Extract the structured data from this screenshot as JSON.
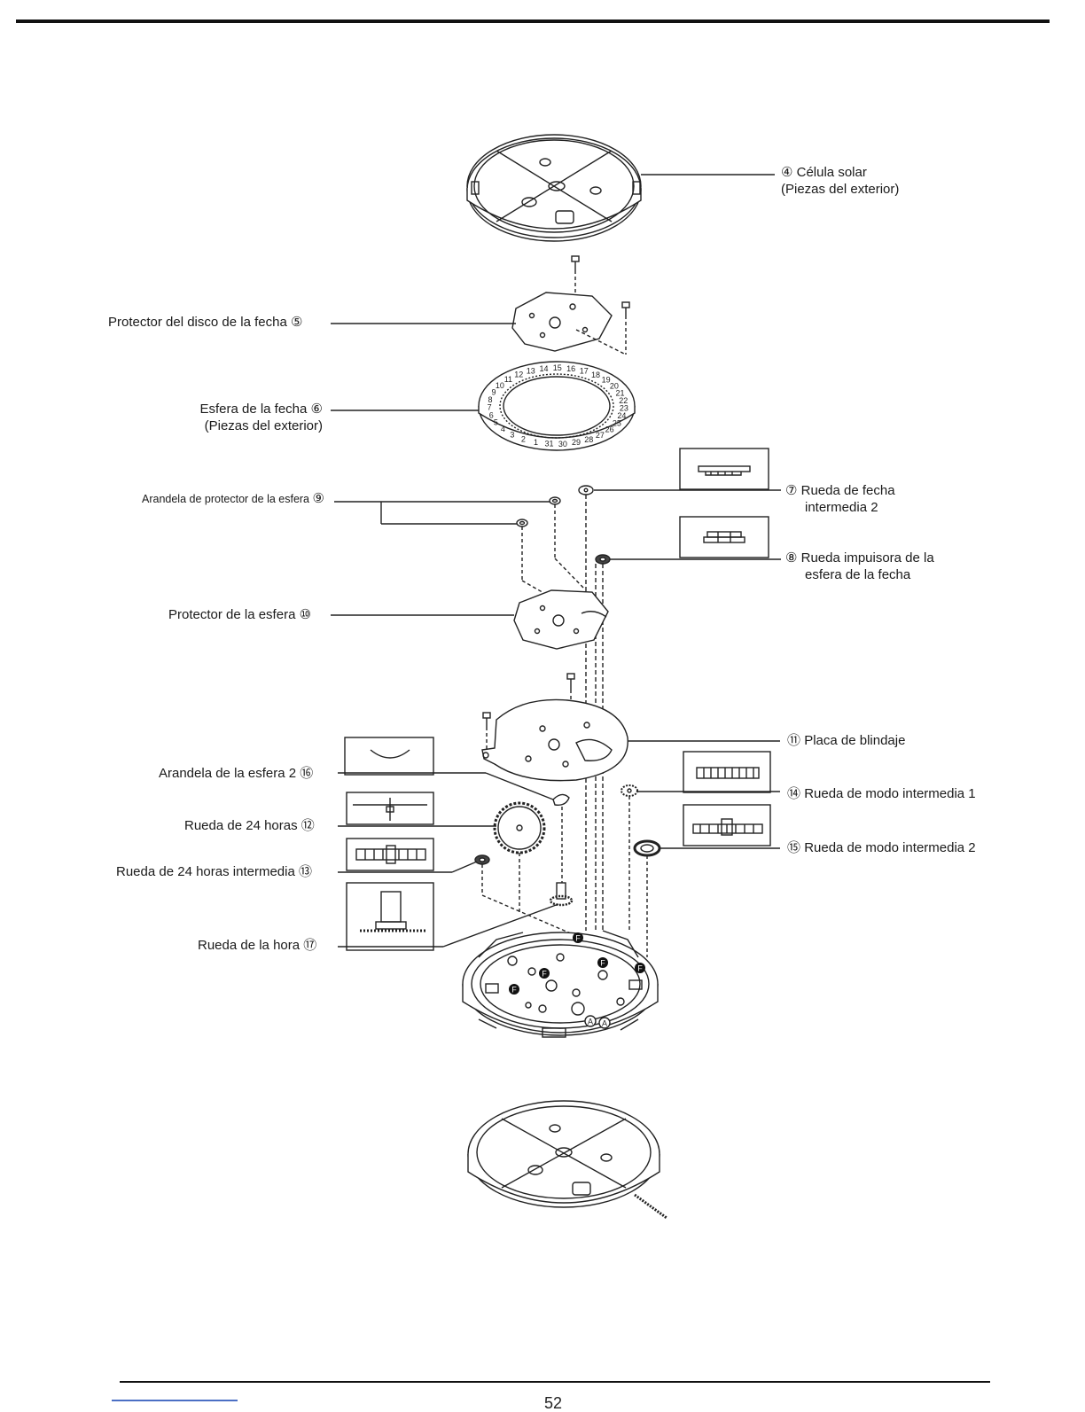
{
  "diagram": {
    "parts": [
      {
        "id": "p4",
        "number": "④",
        "lines": [
          "Célula solar",
          "(Piezas del exterior)"
        ]
      },
      {
        "id": "p5",
        "number": "⑤",
        "lines": [
          "Protector del disco de la fecha"
        ]
      },
      {
        "id": "p6",
        "number": "⑥",
        "lines": [
          "Esfera de la fecha",
          "(Piezas del exterior)"
        ]
      },
      {
        "id": "p9",
        "number": "⑨",
        "lines": [
          "Arandela de protector de la esfera"
        ]
      },
      {
        "id": "p7",
        "number": "⑦",
        "lines": [
          "Rueda de fecha",
          "intermedia 2"
        ]
      },
      {
        "id": "p8",
        "number": "⑧",
        "lines": [
          "Rueda impuisora de la",
          "esfera de la fecha"
        ]
      },
      {
        "id": "p10",
        "number": "⑩",
        "lines": [
          "Protector de la esfera"
        ]
      },
      {
        "id": "p11",
        "number": "⑪",
        "lines": [
          "Placa de blindaje"
        ]
      },
      {
        "id": "p16",
        "number": "⑯",
        "lines": [
          "Arandela de la esfera 2"
        ]
      },
      {
        "id": "p14",
        "number": "⑭",
        "lines": [
          "Rueda de modo intermedia 1"
        ]
      },
      {
        "id": "p12",
        "number": "⑫",
        "lines": [
          "Rueda de 24 horas"
        ]
      },
      {
        "id": "p15",
        "number": "⑮",
        "lines": [
          "Rueda de modo intermedia 2"
        ]
      },
      {
        "id": "p13",
        "number": "⑬",
        "lines": [
          "Rueda de 24 horas intermedia"
        ]
      },
      {
        "id": "p17",
        "number": "⑰",
        "lines": [
          "Rueda de la hora"
        ]
      }
    ],
    "markers": {
      "f": "F",
      "a": "A"
    },
    "date_dial_numbers": [
      "1",
      "2",
      "3",
      "4",
      "5",
      "6",
      "7",
      "8",
      "9",
      "10",
      "11",
      "12",
      "13",
      "14",
      "15",
      "16",
      "17",
      "18",
      "19",
      "20",
      "21",
      "22",
      "23",
      "24",
      "25",
      "26",
      "27",
      "28",
      "29",
      "30",
      "31"
    ]
  },
  "footer": {
    "page_number": "52"
  }
}
